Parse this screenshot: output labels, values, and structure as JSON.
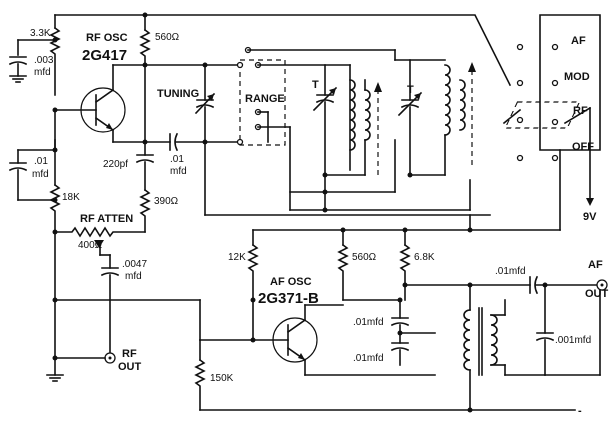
{
  "labels": {
    "r_3k3": "3.3K",
    "c_003": ".003",
    "c_003_unit": "mfd",
    "rf_osc_title": "RF OSC",
    "rf_osc_part": "2G417",
    "r_560_top": "560Ω",
    "tuning": "TUNING",
    "range": "RANGE",
    "t1": "T",
    "t2": "T",
    "c_01_left": ".01",
    "c_01_left_unit": "mfd",
    "c_220pf": "220pf",
    "c_01_mid": ".01",
    "c_01_mid_unit": "mfd",
    "r_18k": "18K",
    "r_390": "390Ω",
    "rf_atten": "RF ATTEN",
    "r_400": "400Ω",
    "c_0047": ".0047",
    "c_0047_unit": "mfd",
    "rf_out_1": "RF",
    "rf_out_2": "OUT",
    "sw_af": "AF",
    "sw_mod": "MOD",
    "sw_rf": "RF",
    "sw_off": "OFF",
    "v9": "9V",
    "r_12k": "12K",
    "r_560_af": "560Ω",
    "r_6k8": "6.8K",
    "af_osc_title": "AF OSC",
    "af_osc_part": "2G371-B",
    "c_01_af_out": ".01mfd",
    "af_out_1": "AF",
    "af_out_2": "OUT",
    "c_01_af1": ".01mfd",
    "c_01_af2": ".01mfd",
    "c_001": ".001mfd",
    "r_150k": "150K",
    "minus": "-"
  }
}
